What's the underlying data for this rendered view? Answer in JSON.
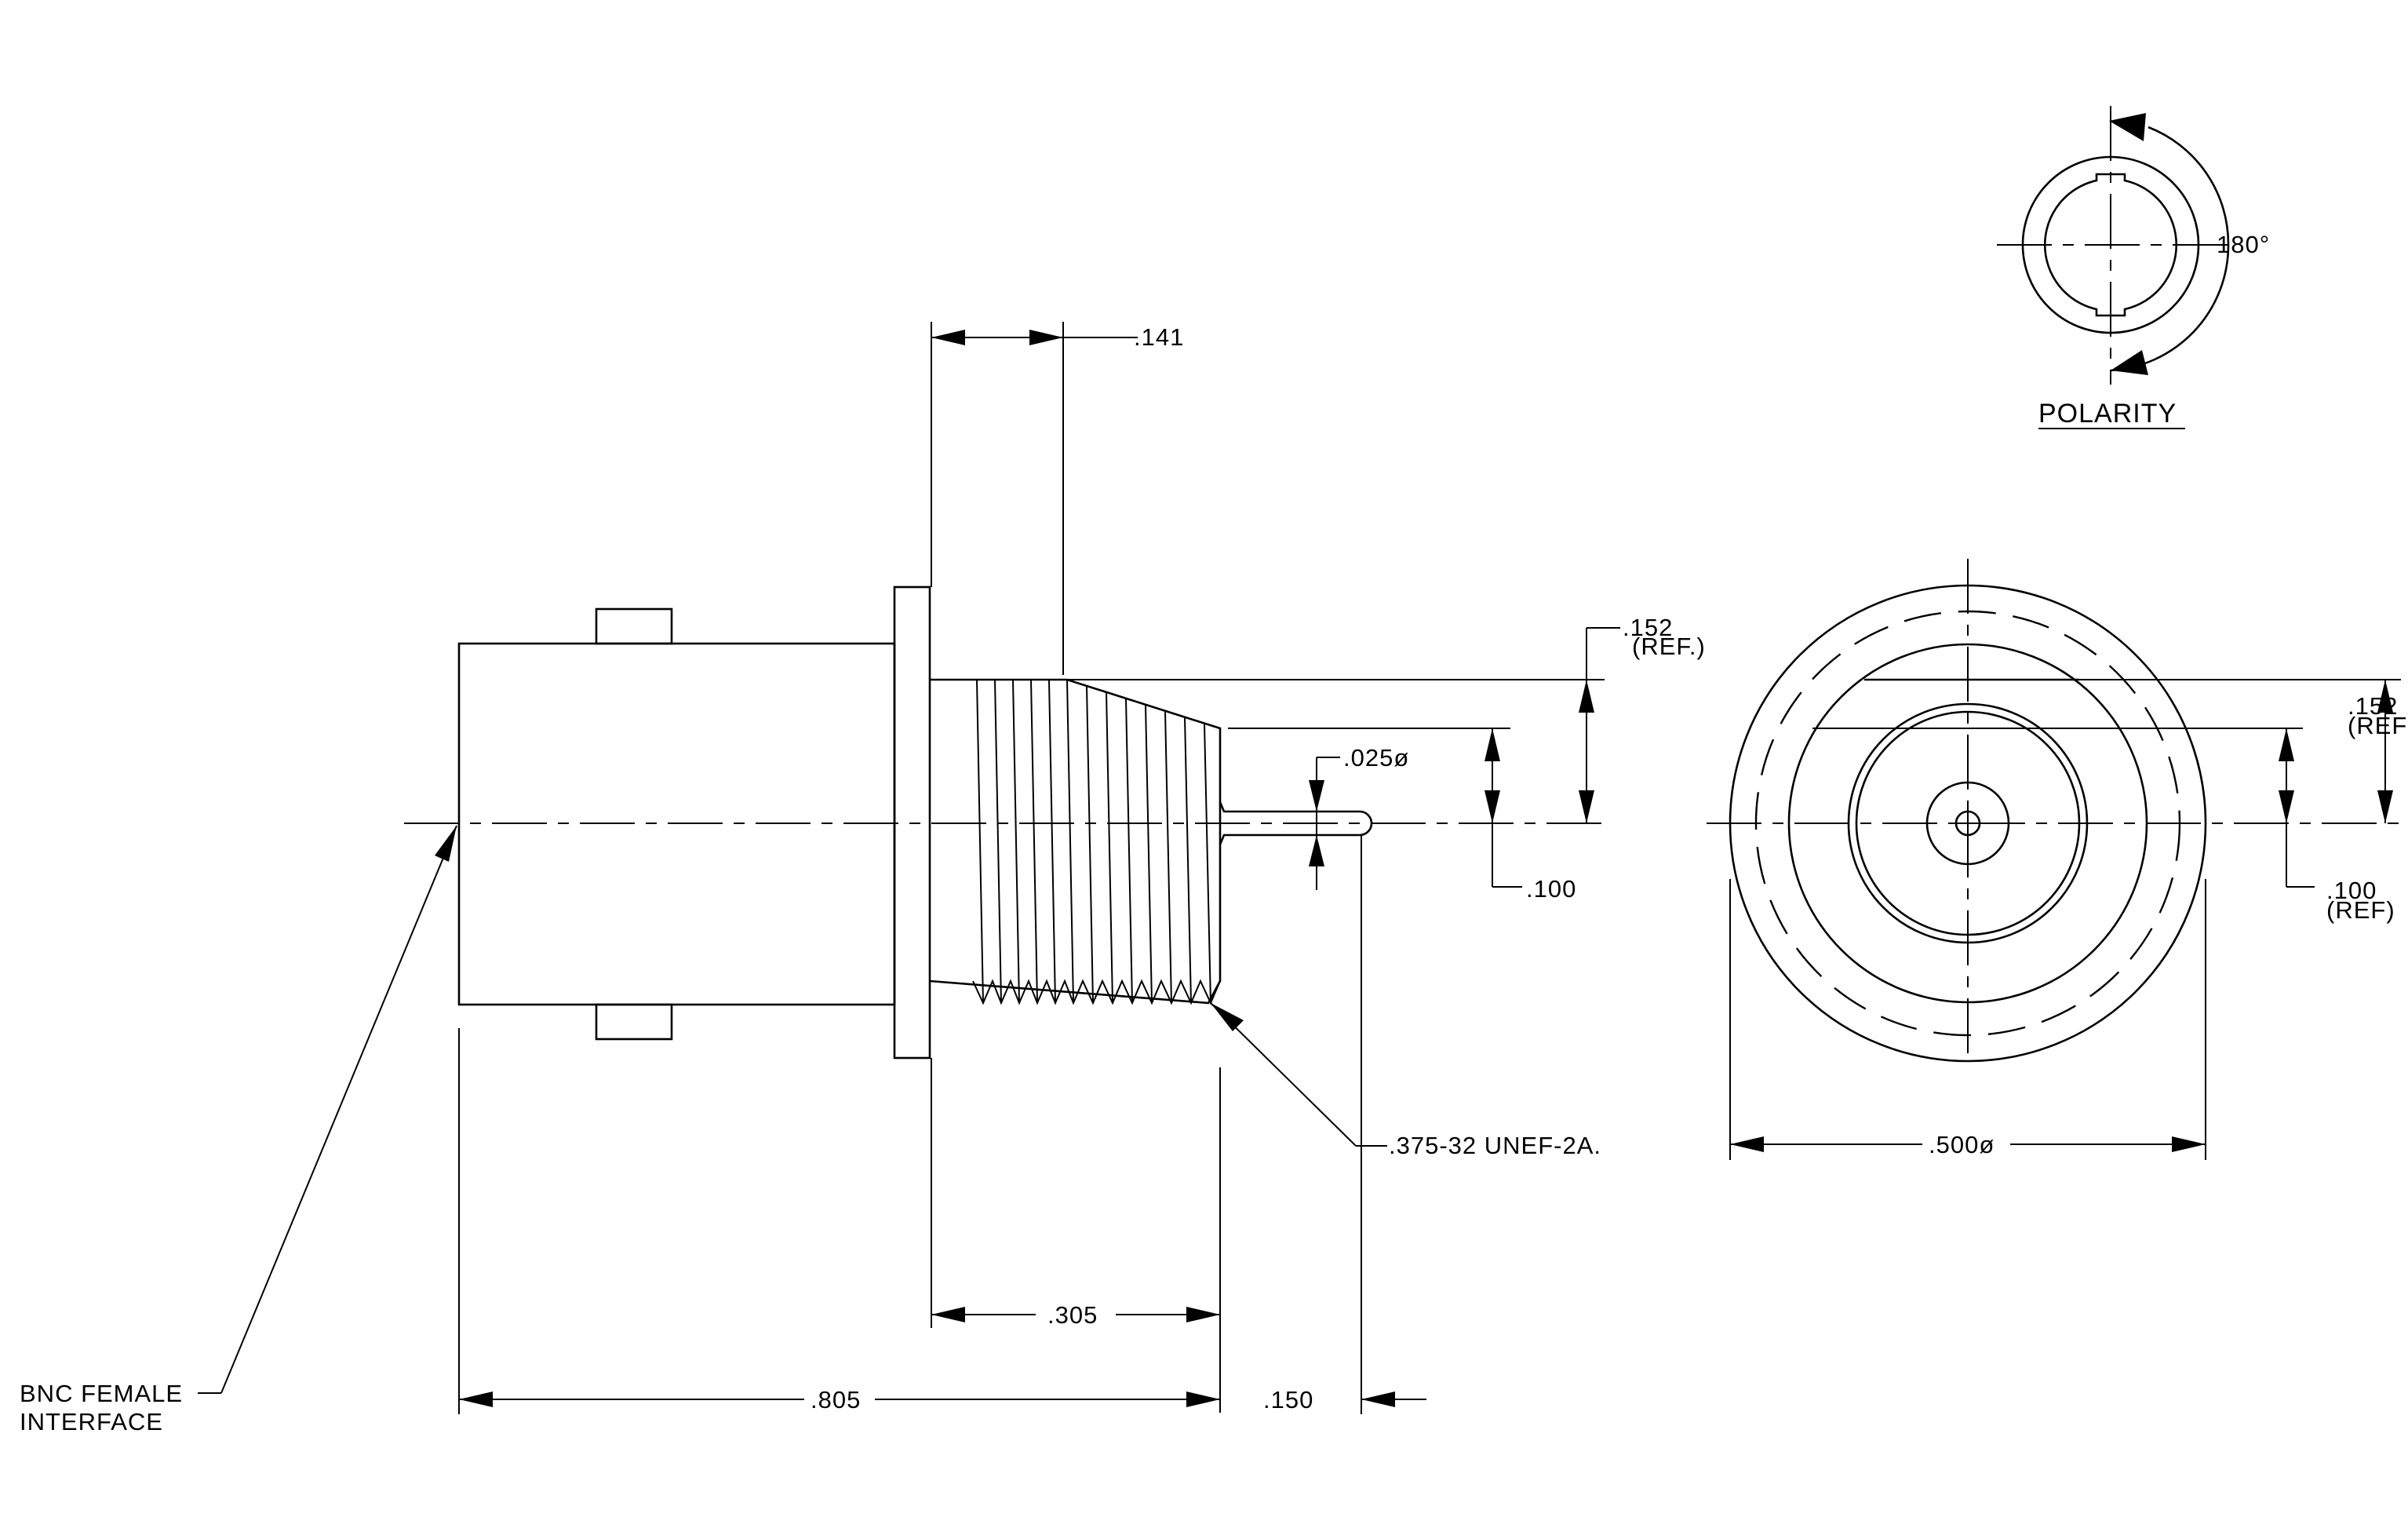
{
  "labels": {
    "dim_141": ".141",
    "dim_152_ref": ".152",
    "ref_152": "(REF.)",
    "dim_025": ".025ø",
    "dim_100": ".100",
    "thread_spec": ".375-32 UNEF-2A.",
    "dim_305": ".305",
    "dim_805": ".805",
    "dim_150": ".150",
    "interface_line1": "BNC FEMALE",
    "interface_line2": "INTERFACE",
    "polarity_angle": "180°",
    "polarity_title": "POLARITY",
    "dim_500": ".500ø",
    "front_152": ".152",
    "front_152_ref": "(REF",
    "front_100": ".100",
    "front_100_ref": "(REF)"
  }
}
